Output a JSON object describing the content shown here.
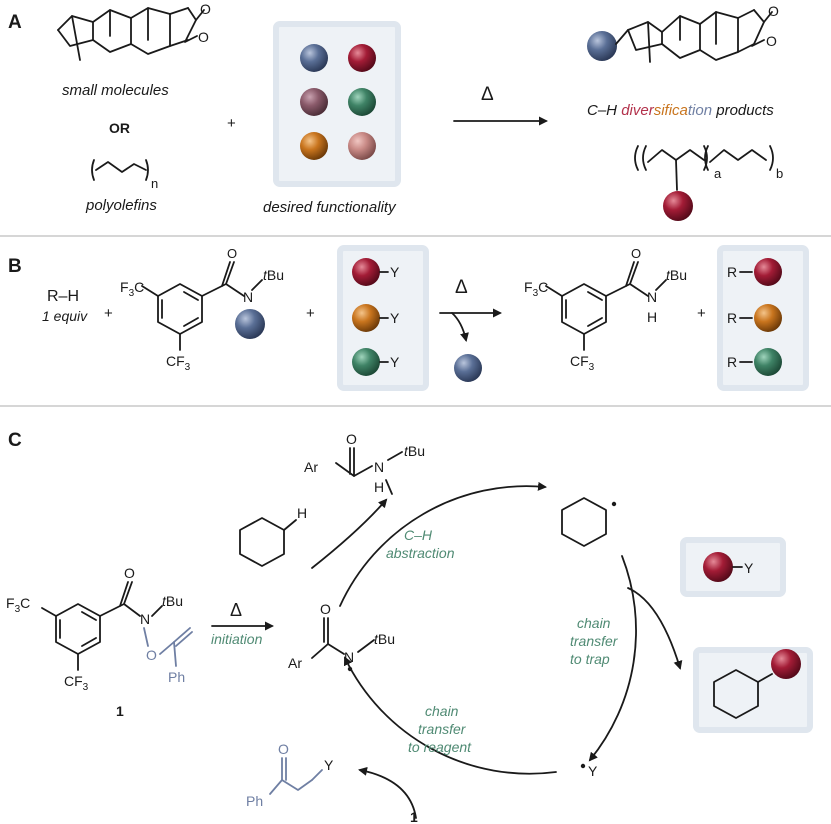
{
  "panels": {
    "a": "A",
    "b": "B",
    "c": "C"
  },
  "panel_a": {
    "small_molecules": "small molecules",
    "or": "OR",
    "n": "n",
    "polyolefins": "polyolefins",
    "plus": "+",
    "desired_functionality": "desired functionality",
    "delta": "Δ",
    "products_parts": [
      "C–H ",
      "diver",
      "sifica",
      "tion",
      " products"
    ],
    "sub_a": "a",
    "sub_b": "b"
  },
  "panel_b": {
    "rh": "R–H",
    "equiv": "1 equiv",
    "plus": "+",
    "cf3": "CF",
    "f3c": "F",
    "c": "C",
    "three": "3",
    "o": "O",
    "n": "N",
    "h": "H",
    "tbu_t": "t",
    "tbu_bu": "Bu",
    "y": "Y",
    "r": "R",
    "delta": "Δ"
  },
  "panel_c": {
    "o": "O",
    "ar": "Ar",
    "n": "N",
    "h": "H",
    "tbu_t": "t",
    "tbu_bu": "Bu",
    "ch_abstraction": [
      "C–H",
      "abstraction"
    ],
    "chain_transfer_trap": [
      "chain",
      "transfer",
      "to trap"
    ],
    "chain_transfer_reagent": [
      "chain",
      "transfer",
      "to reagent"
    ],
    "delta": "Δ",
    "initiation": "initiation",
    "y": "Y",
    "ph": "Ph",
    "compound": "1",
    "f3c": "F",
    "cf3": "CF",
    "three": "3"
  },
  "colors": {
    "blue_ball": "#5a6f96",
    "red_ball": "#a31c36",
    "mauve_ball": "#8a5a6a",
    "green_ball": "#3f8366",
    "orange_ball": "#c9751e",
    "pink_ball": "#c98a86",
    "annotation_green": "#4f8a73",
    "reagent_blue": "#6f7fa3"
  }
}
